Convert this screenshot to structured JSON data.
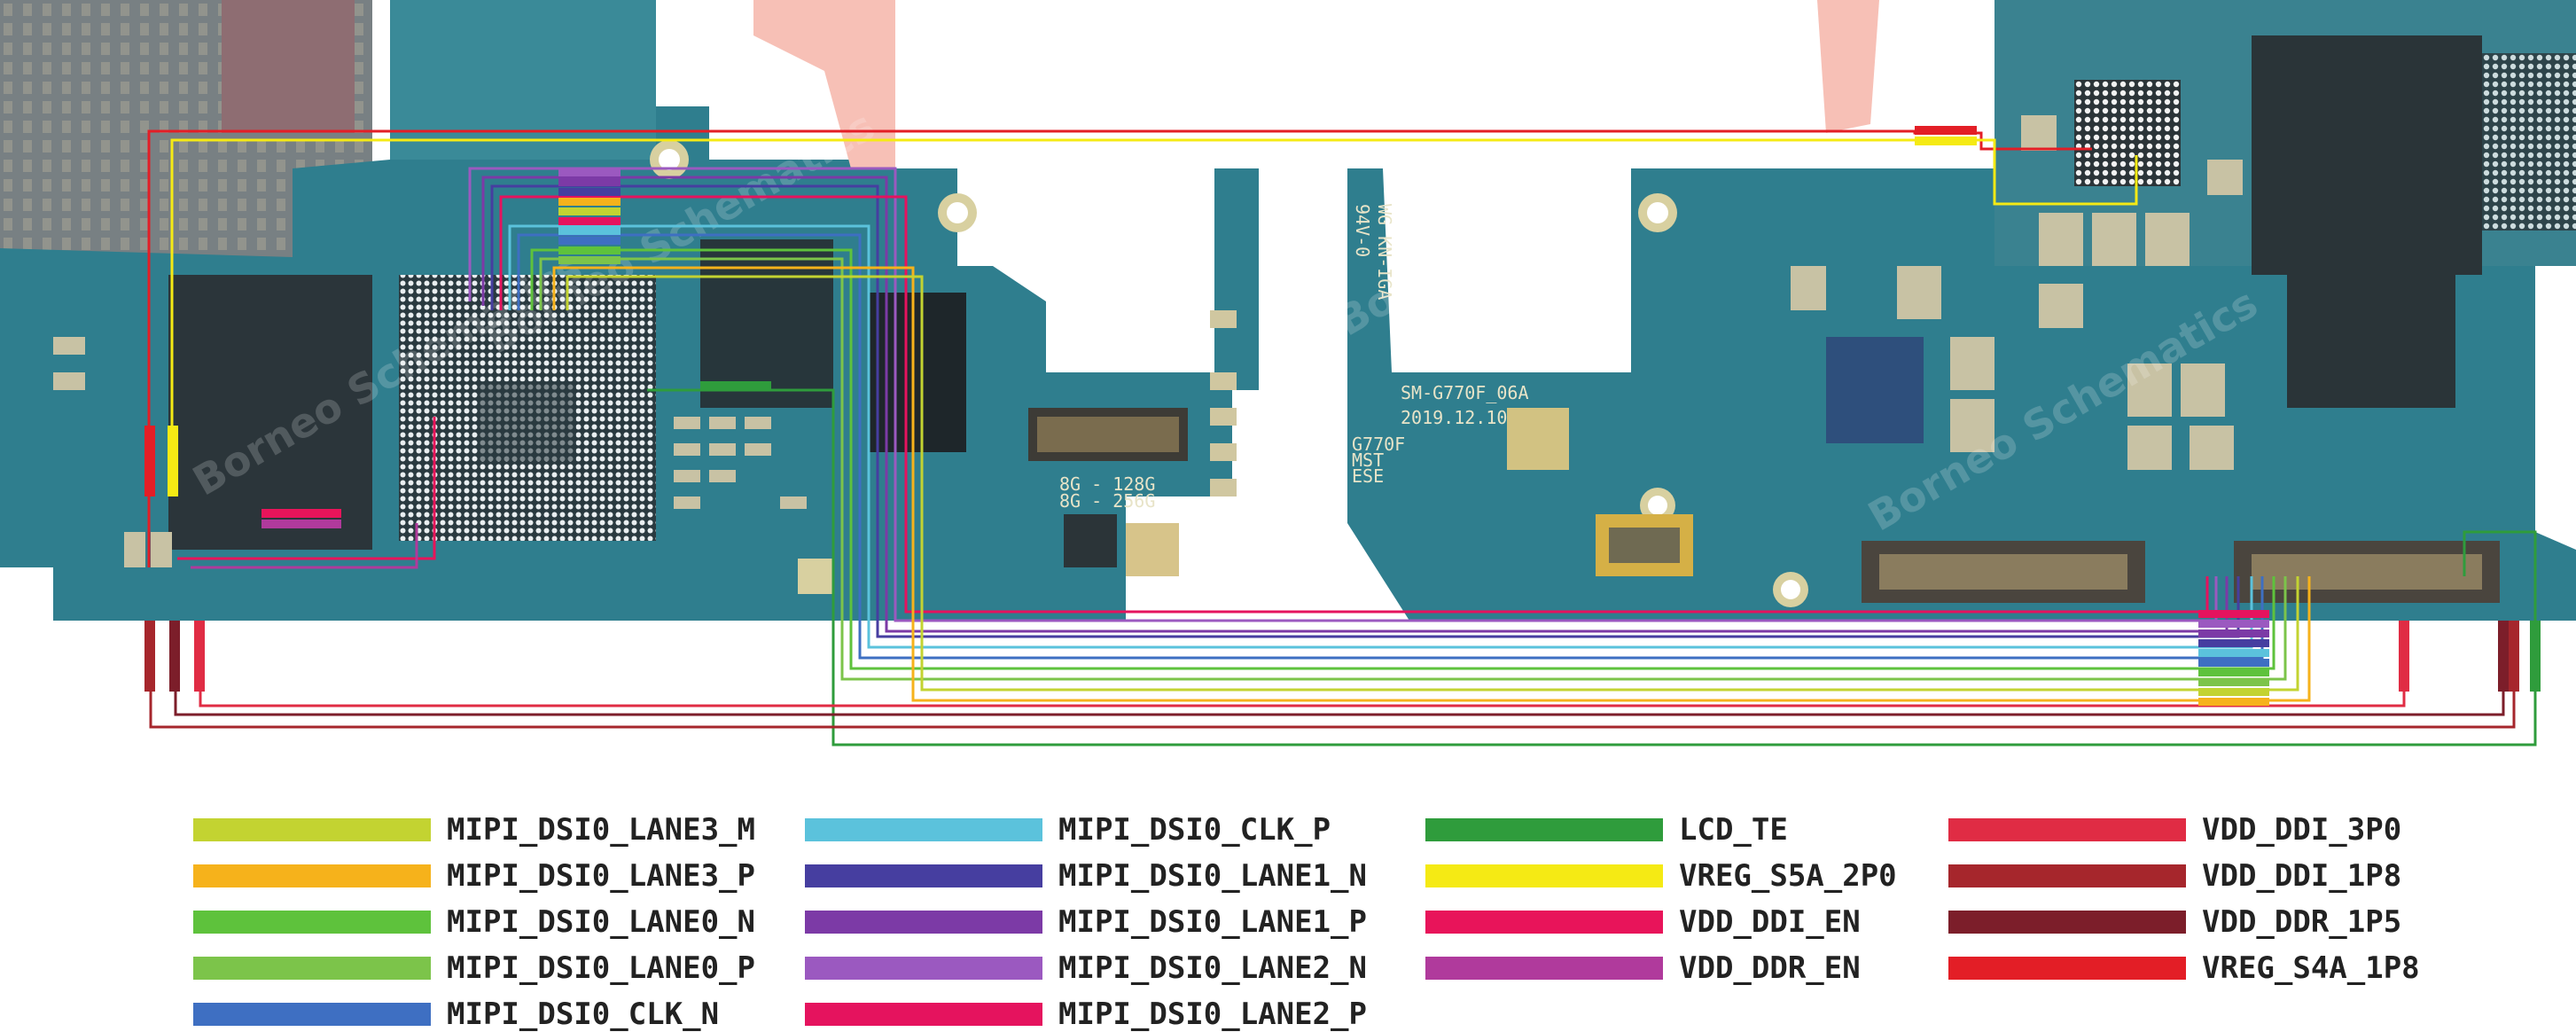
{
  "board": {
    "model_text": "SM-G770F_06A",
    "date_text": "2019.12.10",
    "variant_lines": [
      "G770F",
      "MST",
      "ESE"
    ],
    "storage_lines": [
      "8G - 128G",
      "8G - 256G"
    ],
    "watermark": "Borneo Schematics",
    "flex_text": "WG KN-IGA",
    "flex_text_2": "94V-0"
  },
  "legend": {
    "columns": [
      [
        {
          "label": "MIPI_DSI0_LANE3_M",
          "color": "#c3d331"
        },
        {
          "label": "MIPI_DSI0_LANE3_P",
          "color": "#f6b21b"
        },
        {
          "label": "MIPI_DSI0_LANE0_N",
          "color": "#5ec23c"
        },
        {
          "label": "MIPI_DSI0_LANE0_P",
          "color": "#7cc44a"
        },
        {
          "label": "MIPI_DSI0_CLK_N",
          "color": "#3e6fc2"
        }
      ],
      [
        {
          "label": "MIPI_DSI0_CLK_P",
          "color": "#5bc2dc"
        },
        {
          "label": "MIPI_DSI0_LANE1_N",
          "color": "#463ea0"
        },
        {
          "label": "MIPI_DSI0_LANE1_P",
          "color": "#7c3aa6"
        },
        {
          "label": "MIPI_DSI0_LANE2_N",
          "color": "#9b59c0"
        },
        {
          "label": "MIPI_DSI0_LANE2_P",
          "color": "#e5135e"
        }
      ],
      [
        {
          "label": "LCD_TE",
          "color": "#2f9c3c"
        },
        {
          "label": "VREG_S5A_2P0",
          "color": "#f5ea14"
        },
        {
          "label": "VDD_DDI_EN",
          "color": "#e8145a"
        },
        {
          "label": "VDD_DDR_EN",
          "color": "#b03a9c"
        }
      ],
      [
        {
          "label": "VDD_DDI_3P0",
          "color": "#e02c44"
        },
        {
          "label": "VDD_DDI_1P8",
          "color": "#a6262c"
        },
        {
          "label": "VDD_DDR_1P5",
          "color": "#7c1e2a"
        },
        {
          "label": "VREG_S4A_1P8",
          "color": "#e31e26"
        }
      ]
    ]
  }
}
